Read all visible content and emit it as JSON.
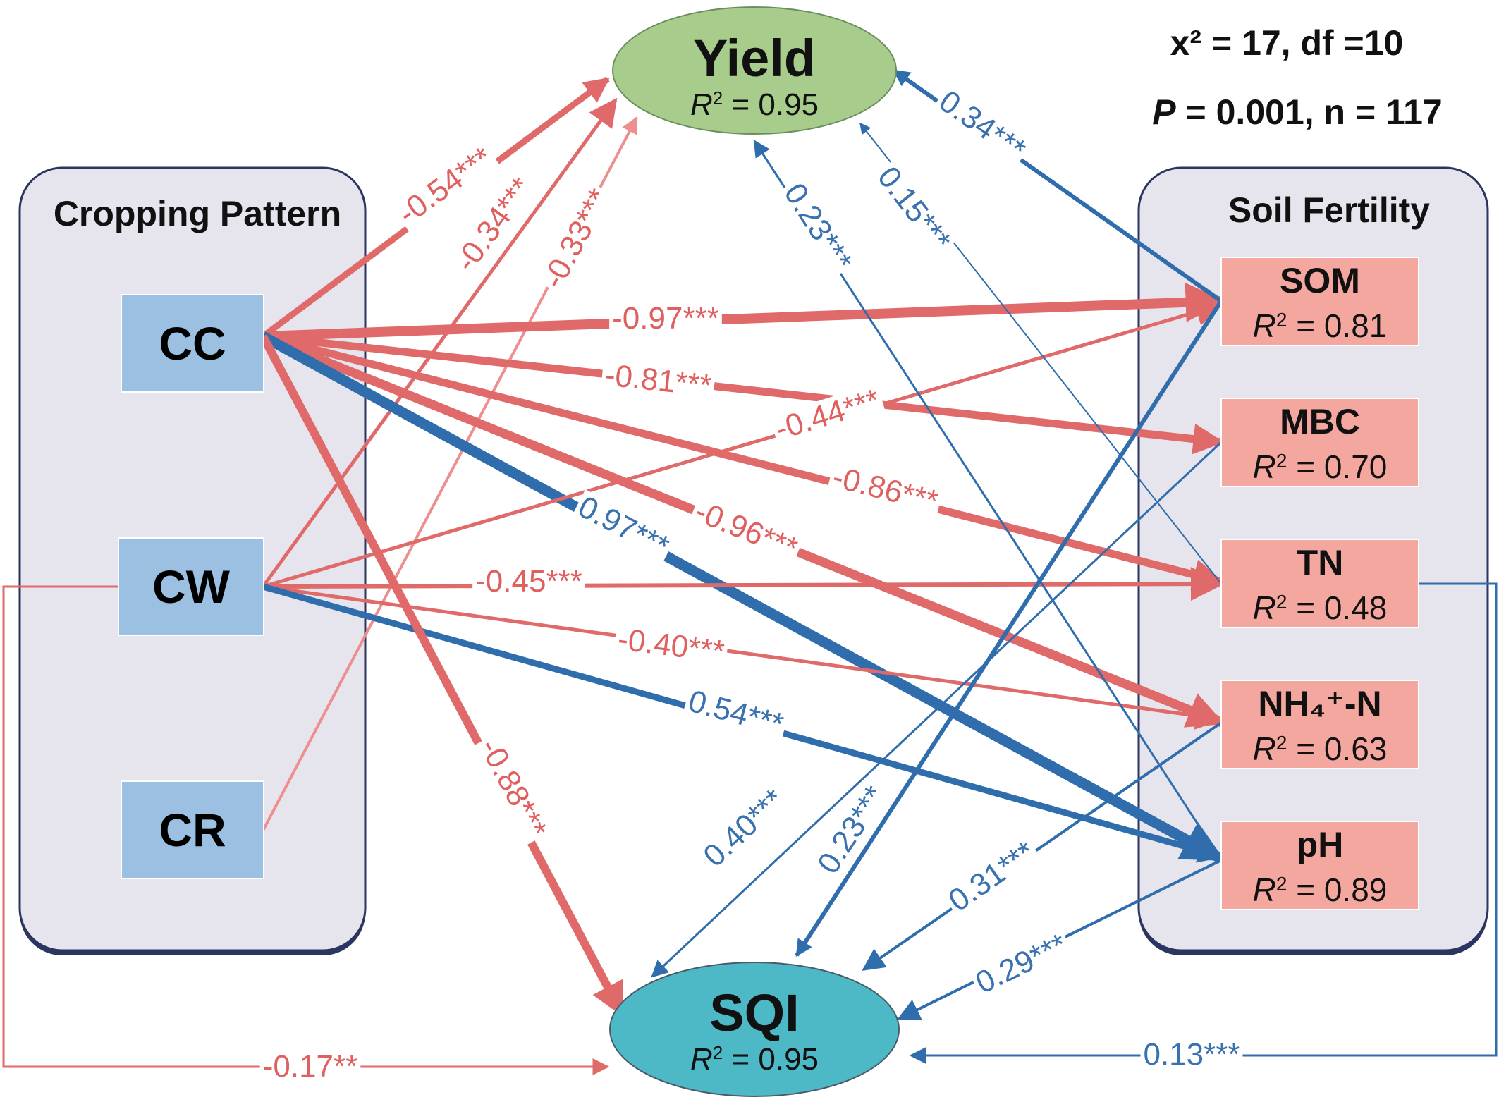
{
  "stats": {
    "chi_line": "x² = 17, df =10",
    "p_line_p": "P",
    "p_line_rest": " = 0.001, n = 117"
  },
  "groups": {
    "cropping": "Cropping Pattern",
    "fertility": "Soil Fertility"
  },
  "nodes": {
    "cc": "CC",
    "cw": "CW",
    "cr": "CR",
    "yield": {
      "title": "Yield",
      "r2_symbol": "R",
      "r2_sup": "2",
      "r2_value": " = 0.95"
    },
    "sqi": {
      "title": "SQI",
      "r2_symbol": "R",
      "r2_sup": "2",
      "r2_value": " = 0.95"
    },
    "som": {
      "label": "SOM",
      "r2_symbol": "R",
      "r2_sup": "2",
      "r2_value": " = 0.81"
    },
    "mbc": {
      "label": "MBC",
      "r2_symbol": "R",
      "r2_sup": "2",
      "r2_value": " = 0.70"
    },
    "tn": {
      "label": "TN",
      "r2_symbol": "R",
      "r2_sup": "2",
      "r2_value": " = 0.48"
    },
    "nh4": {
      "label": "NH₄⁺-N",
      "r2_symbol": "R",
      "r2_sup": "2",
      "r2_value": " = 0.63"
    },
    "ph": {
      "label": "pH",
      "r2_symbol": "R",
      "r2_sup": "2",
      "r2_value": " = 0.89"
    }
  },
  "coefficients": {
    "cc_yield": "-0.54***",
    "cw_yield": "-0.34***",
    "cr_yield": "-0.33***",
    "cc_som": "-0.97***",
    "cc_mbc": "-0.81***",
    "cw_som": "-0.44***",
    "cc_tn": "-0.86***",
    "cc_nh4": "-0.96***",
    "cc_ph": "0.97***",
    "cw_tn": "-0.45***",
    "cw_nh4": "-0.40***",
    "cw_ph": "0.54***",
    "cc_sqi": "-0.88***",
    "cw_sqi": "-0.17**",
    "som_yield": "0.34***",
    "tn_yield": "0.15***",
    "ph_yield": "0.23***",
    "mbc_sqi": "0.40***",
    "som_sqi": "0.23***",
    "nh4_sqi": "0.31***",
    "ph_sqi": "0.29***",
    "tn_sqi": "0.13***"
  },
  "colors": {
    "negative_path": "#e06a6a",
    "negative_light_path": "#ee8f8f",
    "positive_path": "#2f6dad",
    "driver_box": "#9cc0e2",
    "fertility_box": "#f4a79f",
    "group_panel": "#e6e4ec",
    "yield_ellipse": "#a7cc8c",
    "sqi_ellipse": "#4db8c6"
  }
}
